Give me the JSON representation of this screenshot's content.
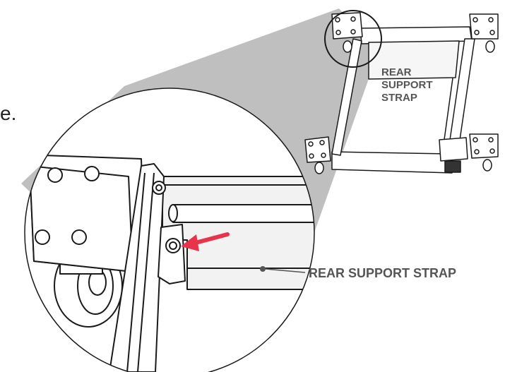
{
  "diagram": {
    "text_fragment": "e.",
    "frame_label_lines": [
      "REAR",
      "SUPPORT",
      "STRAP"
    ],
    "callout_label": "REAR SUPPORT STRAP",
    "colors": {
      "arrow": "#e8334a",
      "zoom_cone": "#bfbfbf",
      "line": "#1a1a1a",
      "label": "#555555",
      "strap_fill": "#f2f2f2"
    }
  }
}
